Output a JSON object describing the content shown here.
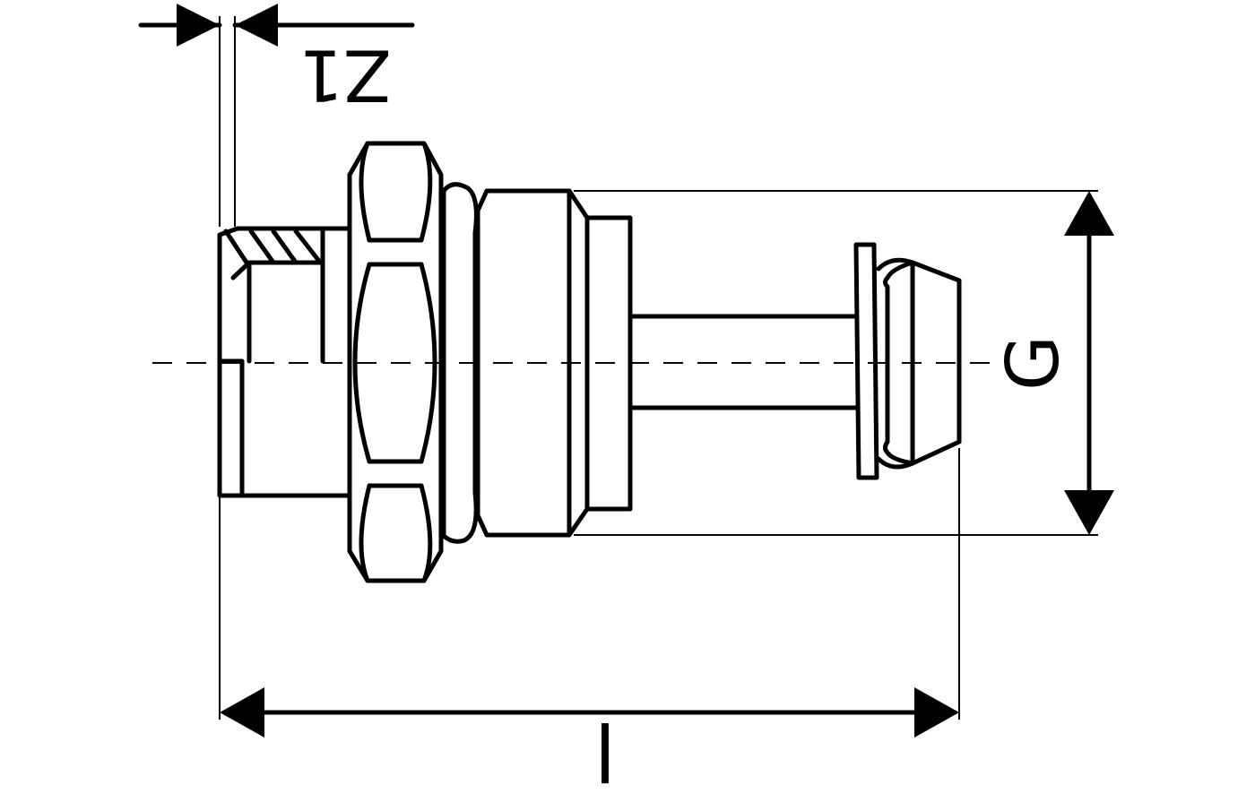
{
  "diagram": {
    "labels": {
      "z1": "Z1",
      "length": "l",
      "thread": "G"
    },
    "colors": {
      "line": "#000000",
      "background": "#ffffff"
    }
  }
}
